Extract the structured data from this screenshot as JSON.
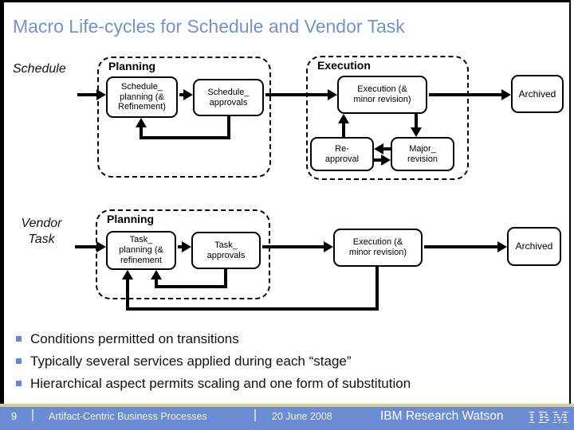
{
  "title": "Macro Life-cycles for Schedule and Vendor Task",
  "colors": {
    "title_blue": "#7092D2",
    "bullet_blue": "#6789CE",
    "footer_blue": "#6B8BD2",
    "tan_accent": "#D9CC9C"
  },
  "schedule": {
    "label": "Schedule",
    "planning_group": "Planning",
    "execution_group": "Execution",
    "planning_node": "Schedule_\nplanning (&\nRefinement)",
    "approvals_node": "Schedule_\napprovals",
    "execution_node": "Execution (&\nminor revision)",
    "reapproval_node": "Re-\napproval",
    "major_revision_node": "Major_\nrevision",
    "archived_node": "Archived"
  },
  "vendor_task": {
    "label": "Vendor\nTask",
    "planning_group": "Planning",
    "planning_node": "Task_\nplanning (&\nrefinement",
    "approvals_node": "Task_\napprovals",
    "execution_node": "Execution (&\nminor revision)",
    "archived_node": "Archived"
  },
  "bullets": [
    "Conditions permitted on transitions",
    "Typically several services applied during each “stage”",
    "Hierarchical aspect permits scaling and one form of substitution"
  ],
  "footer": {
    "page_number": "9",
    "presentation_title": "Artifact-Centric Business Processes",
    "date": "20 June 2008",
    "org": "IBM Research Watson",
    "logo_text": "IBM"
  }
}
